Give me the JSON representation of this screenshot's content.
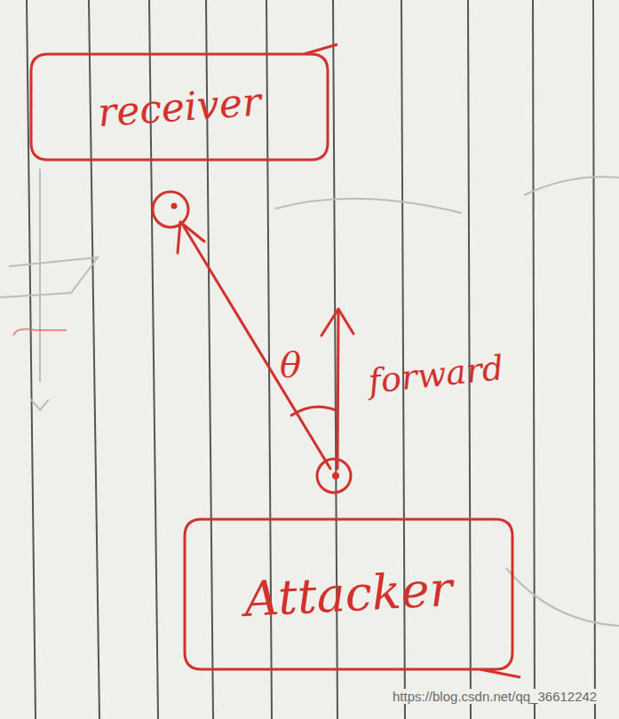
{
  "diagram": {
    "nodes": [
      {
        "text": [
          "receiver"
        ]
      },
      {
        "text": [
          "Attacker"
        ]
      }
    ],
    "labels": [
      "θ",
      "forward",
      "https://blog.csdn.net/qq_36612242"
    ]
  }
}
